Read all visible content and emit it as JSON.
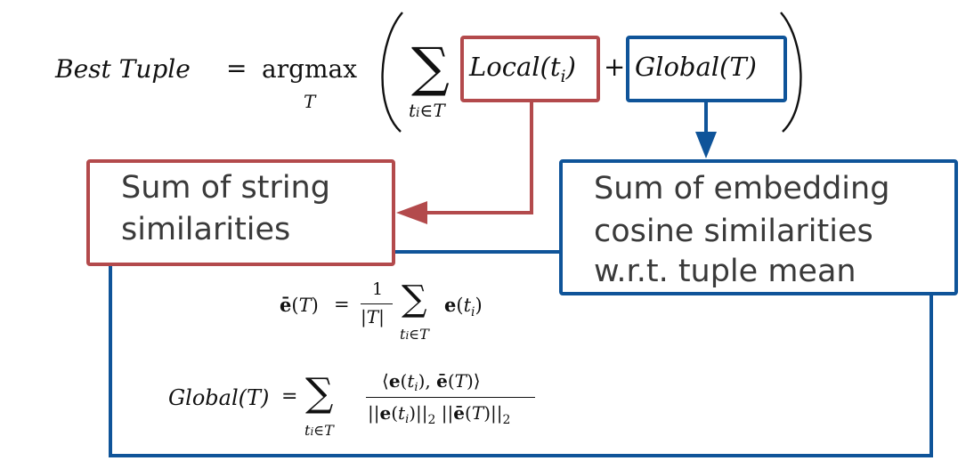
{
  "main_formula": {
    "lhs": "Best Tuple",
    "equals": "=",
    "operator": "argmax",
    "operator_sub": "T",
    "sum_sub": "t_i∈T",
    "local_term": "Local(t_i)",
    "plus": "+",
    "global_term": "Global(T)"
  },
  "local_box": {
    "line1": "Sum of string",
    "line2": "similarities",
    "color": "#b34a4c"
  },
  "global_box": {
    "line1": "Sum of embedding",
    "line2": "cosine similarities",
    "line3": "w.r.t. tuple mean",
    "color": "#0f5499"
  },
  "mean_formula": {
    "lhs": "ē(T)",
    "equals": "=",
    "numerator": "1",
    "denominator": "|T|",
    "sum_sub": "t_i∈T",
    "term": "e(t_i)"
  },
  "global_formula": {
    "lhs": "Global(T)",
    "equals": "=",
    "sum_sub": "t_i∈T",
    "numerator": "⟨e(t_i), ē(T)⟩",
    "denominator": "||e(t_i)||_2 ||ē(T)||_2"
  }
}
